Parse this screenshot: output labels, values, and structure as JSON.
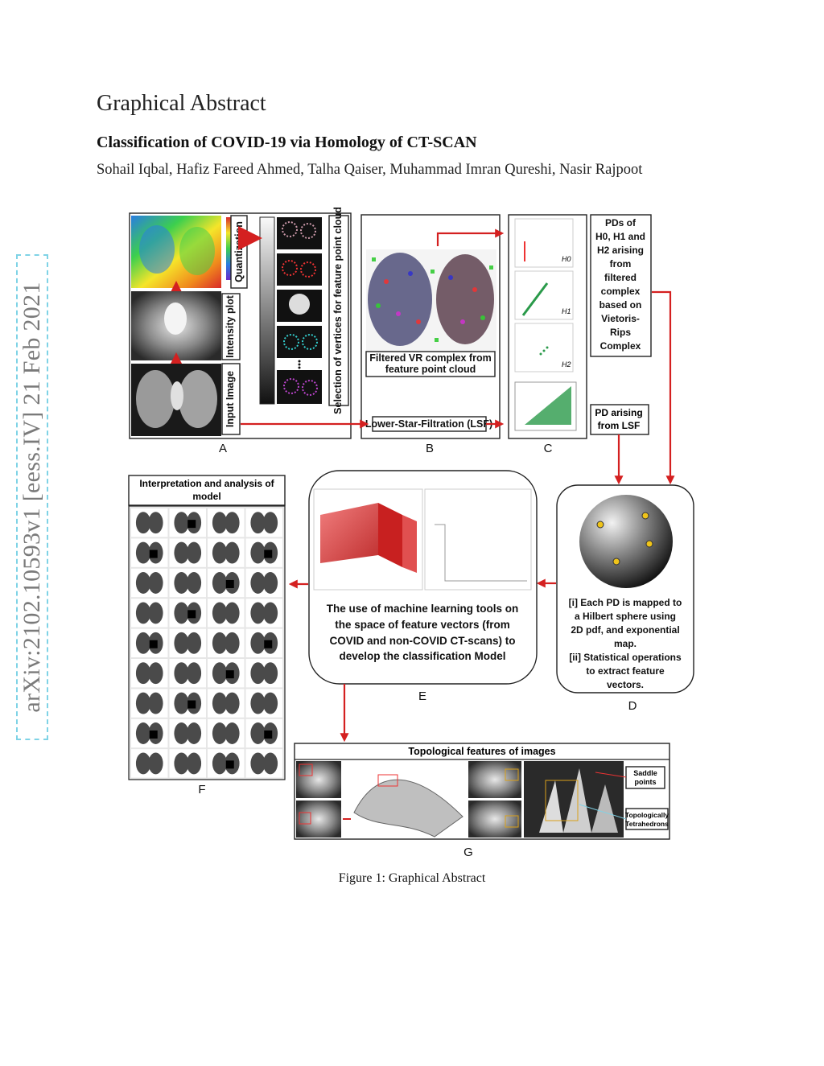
{
  "header": {
    "section_title": "Graphical Abstract",
    "paper_title": "Classification of COVID-19 via Homology of CT-SCAN",
    "authors": "Sohail Iqbal, Hafiz Fareed Ahmed, Talha Qaiser, Muhammad Imran Qureshi, Nasir Rajpoot"
  },
  "sidebar": {
    "arxiv_id": "arXiv:2102.10593v1  [eess.IV]  21 Feb 2021"
  },
  "figure": {
    "caption": "Figure 1: Graphical Abstract",
    "panel_letters": {
      "a": "A",
      "b": "B",
      "c": "C",
      "d": "D",
      "e": "E",
      "f": "F",
      "g": "G"
    },
    "panel_a": {
      "quantization": "Quantization",
      "intensity_plot": "Intensity plot",
      "input_image": "Input Image",
      "selection": "Selection of vertices for feature point cloud"
    },
    "panel_b": {
      "filtered_vr_line1": "Filtered VR complex from",
      "filtered_vr_line2": "feature point cloud",
      "lsf": "Lower-Star-Filtration (LSF)"
    },
    "panel_c": {
      "h0": "H0",
      "h1": "H1",
      "h2": "H2"
    },
    "pd_box": [
      "PDs of",
      "H0, H1 and",
      "H2 arising",
      "from",
      "filtered",
      "complex",
      "based on",
      "Vietoris-",
      "Rips",
      "Complex"
    ],
    "pd_lsf": [
      "PD arising",
      "from LSF"
    ],
    "panel_d": [
      "[i] Each PD is mapped to",
      "a Hilbert sphere using",
      "2D pdf, and exponential",
      "map.",
      "[ii] Statistical operations",
      "to extract feature",
      "vectors."
    ],
    "panel_e": [
      "The use of machine learning tools on",
      "the space of feature vectors (from",
      "COVID and non-COVID CT-scans) to",
      "develop the classification Model"
    ],
    "panel_f_title": [
      "Interpretation and analysis of",
      "model"
    ],
    "panel_g": {
      "title": "Topological features of images",
      "saddle": [
        "Saddle",
        "points"
      ],
      "tetra": [
        "Topologically",
        "Tetrahedrons"
      ]
    },
    "colors": {
      "arrow": "#d42020",
      "accent": "#7fd3e6",
      "surface": "#d62828"
    }
  }
}
